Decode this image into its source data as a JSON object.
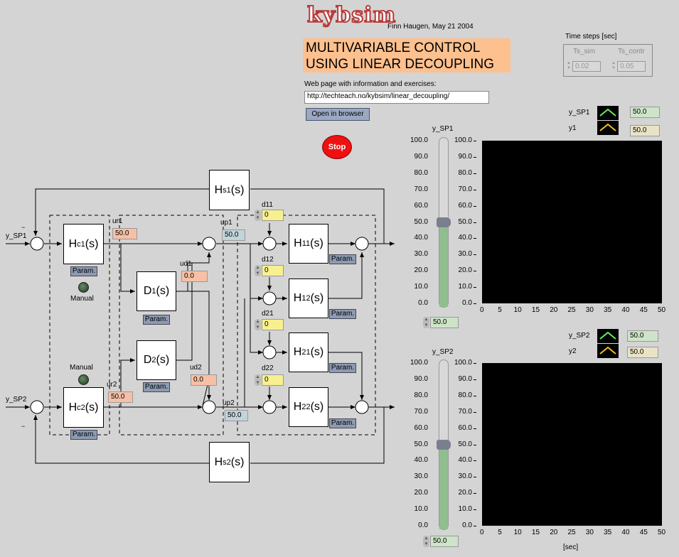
{
  "header": {
    "logo": "kybsim",
    "author": "Finn Haugen, May 21 2004",
    "title_line1": "MULTIVARIABLE CONTROL",
    "title_line2": "USING LINEAR DECOUPLING",
    "web_label": "Web page with information and exercises:",
    "url": "http://techteach.no/kybsim/linear_decoupling/",
    "open_button": "Open in browser",
    "stop_button": "Stop"
  },
  "time_steps": {
    "label": "Time steps [sec]",
    "ts_sim_label": "Ts_sim",
    "ts_sim": "0.02",
    "ts_contr_label": "Ts_contr",
    "ts_contr": "0.05"
  },
  "diagram": {
    "hs1": "s1",
    "hs2": "s2",
    "hc1": "c1",
    "hc2": "c2",
    "d1": "1",
    "d2": "2",
    "h11": "11",
    "h12": "12",
    "h21": "21",
    "h22": "22",
    "param": "Param.",
    "manual": "Manual",
    "ysp1_label": "y_SP1",
    "ysp2_label": "y_SP2",
    "ur1_label": "ur1",
    "ur1": "50.0",
    "ur2_label": "ur2",
    "ur2": "50.0",
    "ud1_label": "ud1",
    "ud1": "0.0",
    "ud2_label": "ud2",
    "ud2": "0.0",
    "up1_label": "up1",
    "up1": "50.0",
    "up2_label": "up2",
    "up2": "50.0",
    "d11_label": "d11",
    "d11": "0",
    "d12_label": "d12",
    "d12": "0",
    "d21_label": "d21",
    "d21": "0",
    "d22_label": "d22",
    "d22": "0"
  },
  "charts": [
    {
      "slider_label": "y_SP1",
      "slider_value": "50.0",
      "slider_level": 50,
      "legend_sp": "y_SP1",
      "legend_sp_value": "50.0",
      "legend_y": "y1",
      "legend_y_value": "50.0"
    },
    {
      "slider_label": "y_SP2",
      "slider_value": "50.0",
      "slider_level": 50,
      "legend_sp": "y_SP2",
      "legend_sp_value": "50.0",
      "legend_y": "y2",
      "legend_y_value": "50.0"
    }
  ],
  "chart_data": [
    {
      "type": "line",
      "xlim": [
        0,
        50
      ],
      "ylim": [
        0,
        100
      ],
      "series": [],
      "xlabel": "",
      "ylabel": ""
    },
    {
      "type": "line",
      "xlim": [
        0,
        50
      ],
      "ylim": [
        0,
        100
      ],
      "series": [],
      "xlabel": "[sec]",
      "ylabel": ""
    }
  ],
  "axis_ticks": {
    "y": [
      "100.0",
      "90.0",
      "80.0",
      "70.0",
      "60.0",
      "50.0",
      "40.0",
      "30.0",
      "20.0",
      "10.0",
      "0.0"
    ],
    "x": [
      "0",
      "5",
      "10",
      "15",
      "20",
      "25",
      "30",
      "35",
      "40",
      "45",
      "50"
    ]
  },
  "colors": {
    "sp_legend": "#66ee66",
    "y_legend": "#f0c020",
    "title_bg": "#fdc08f"
  }
}
